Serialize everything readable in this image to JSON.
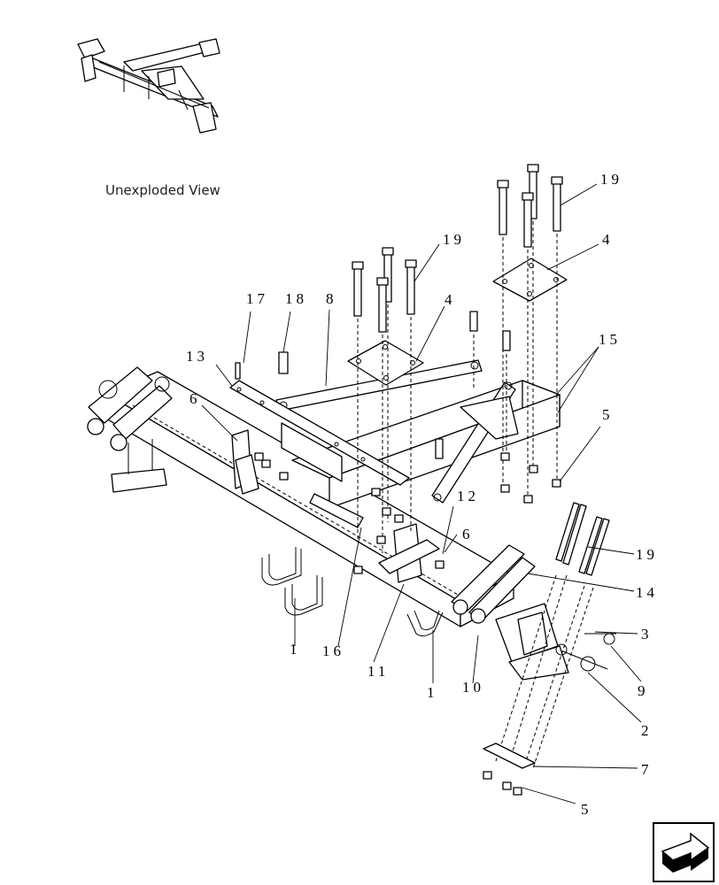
{
  "diagram": {
    "caption": "Unexploded View",
    "callouts": [
      "1",
      "1",
      "2",
      "3",
      "4",
      "4",
      "5",
      "5",
      "6",
      "6",
      "7",
      "8",
      "9",
      "10",
      "11",
      "12",
      "13",
      "14",
      "15",
      "16",
      "17",
      "18",
      "19",
      "19",
      "19"
    ]
  },
  "nav": {
    "icon": "next-page-arrow-icon"
  }
}
